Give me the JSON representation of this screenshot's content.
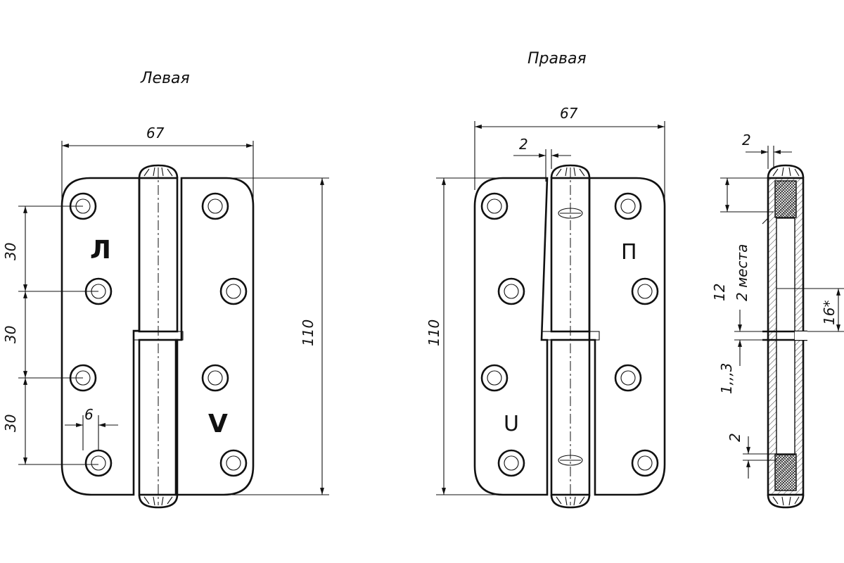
{
  "views": {
    "left_title": "Левая",
    "right_title": "Правая"
  },
  "left_view": {
    "width_dim": "67",
    "height_dim": "110",
    "spacing_dims": [
      "30",
      "30",
      "30"
    ],
    "hole_offset_dim": "6",
    "mark_top": "Л",
    "mark_bottom": "V"
  },
  "right_view": {
    "width_dim": "67",
    "height_dim": "110",
    "gap_dim": "2",
    "mark_top": "П",
    "mark_bottom": "U"
  },
  "section_view": {
    "top_dim": "2",
    "dim_12": "12",
    "note_2_places": "2 места",
    "dim_16": "16*",
    "dim_gap": "1,,,3",
    "dim_bottom": "2"
  }
}
